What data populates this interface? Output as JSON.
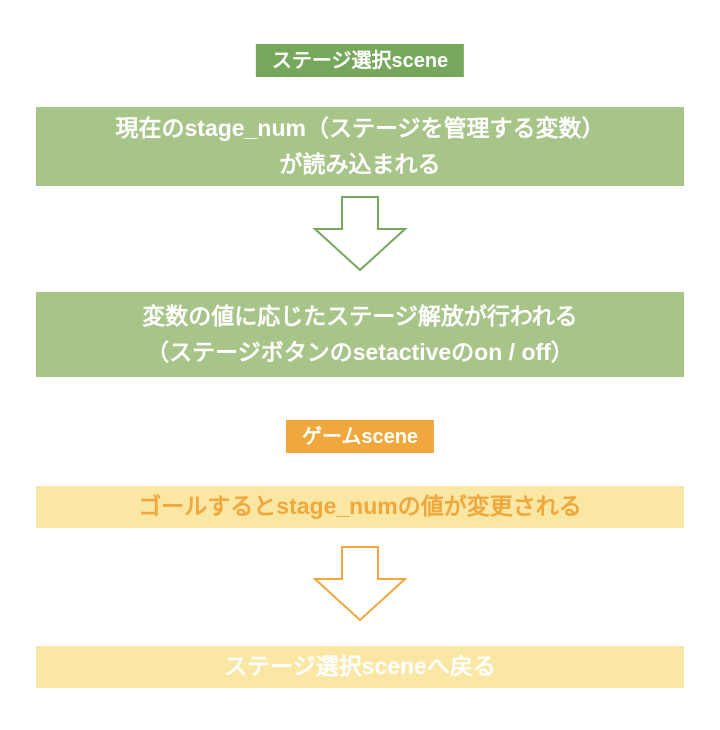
{
  "colors": {
    "green_badge": "#76a85c",
    "green_box": "#a7c489",
    "green_arrow": "#76a85c",
    "orange_badge": "#f0a73c",
    "yellow_box": "#fbe7a4",
    "orange_arrow": "#f0a73c",
    "white_text": "#ffffff"
  },
  "stage_select_section": {
    "badge_label": "ステージ選択scene",
    "load_box": {
      "line1": "現在のstage_num（ステージを管理する変数）",
      "line2": "が読み込まれる"
    },
    "unlock_box": {
      "line1": "変数の値に応じたステージ解放が行われる",
      "line2": "（ステージボタンのsetactiveのon / off）"
    }
  },
  "game_section": {
    "badge_label": "ゲームscene",
    "goal_box": {
      "line1": "ゴールするとstage_numの値が変更される"
    },
    "return_box": {
      "line1": "ステージ選択sceneへ戻る"
    }
  }
}
